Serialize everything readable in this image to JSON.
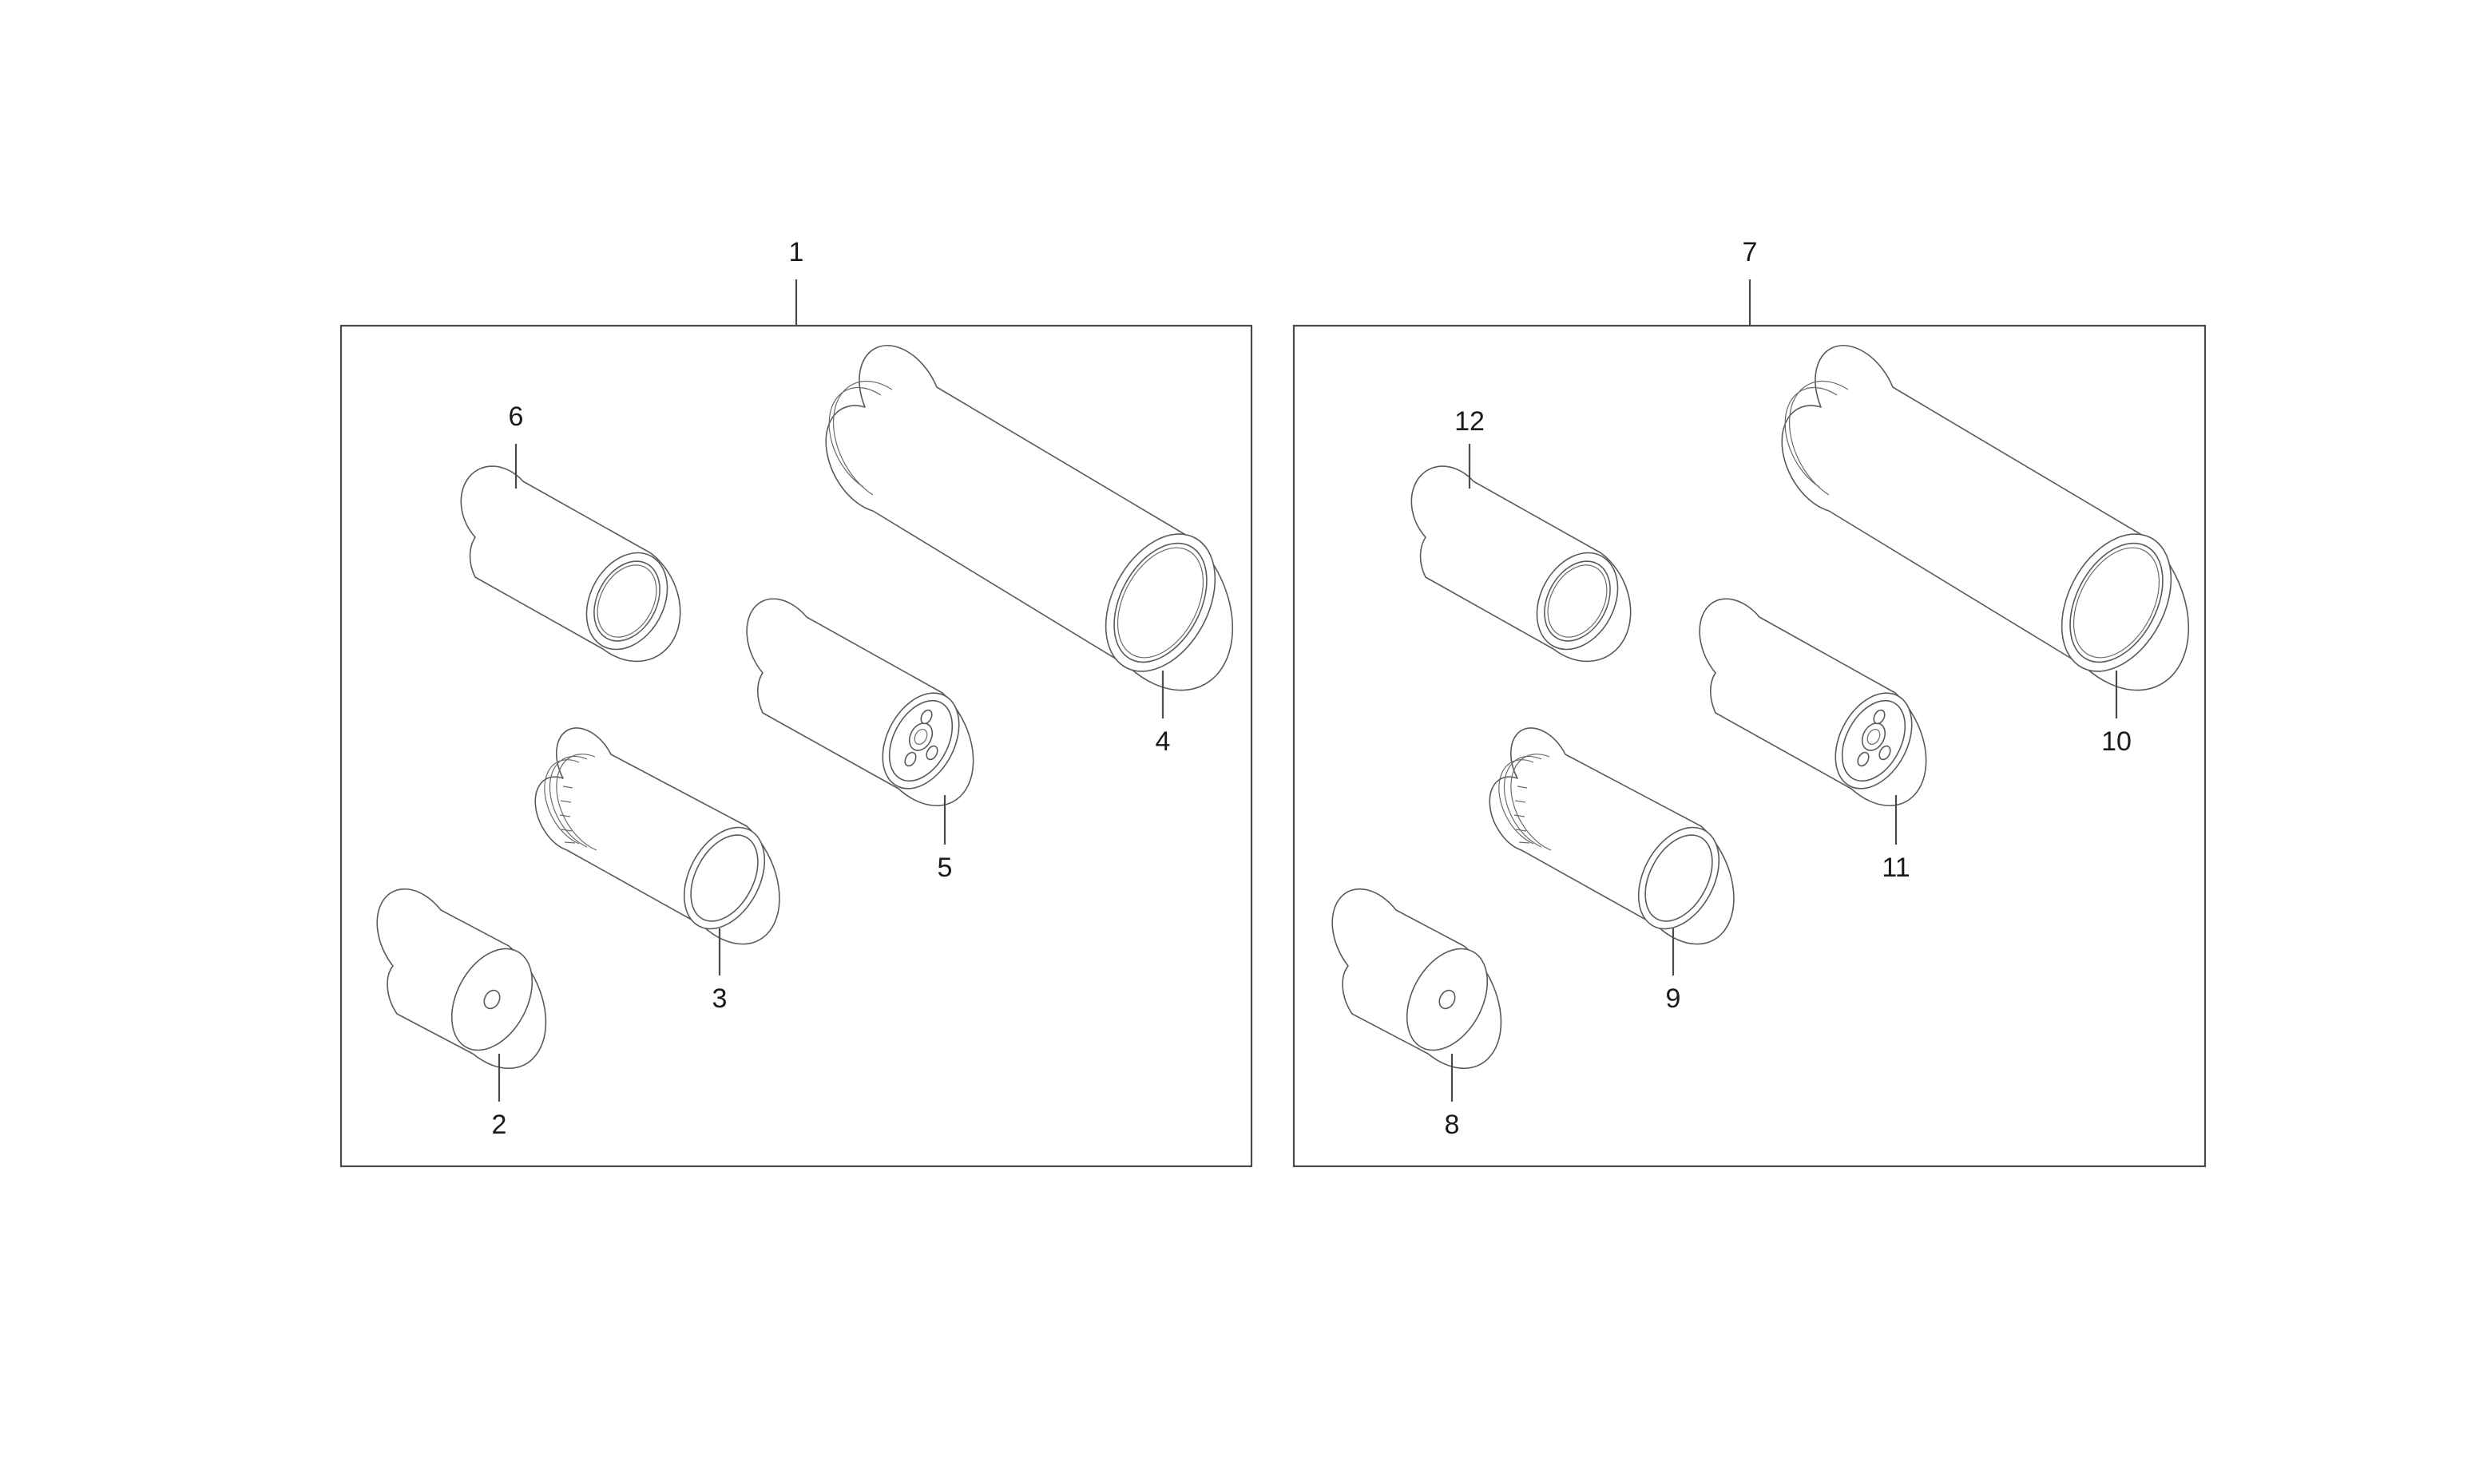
{
  "diagram": {
    "colors": {
      "line": "#4a4a4a",
      "part_outline": "#5a5a5a",
      "text": "#1a1a1a",
      "background": "#ffffff"
    },
    "kits": [
      {
        "label": "1",
        "parts": {
          "cartridge_small": "6",
          "air_filter_large": "4",
          "spin_on_oil": "5",
          "spin_on_fuel": "3",
          "fuel_pre_filter": "2"
        }
      },
      {
        "label": "7",
        "parts": {
          "cartridge_small": "12",
          "air_filter_large": "10",
          "spin_on_oil": "11",
          "spin_on_fuel": "9",
          "fuel_pre_filter": "8"
        }
      }
    ]
  }
}
